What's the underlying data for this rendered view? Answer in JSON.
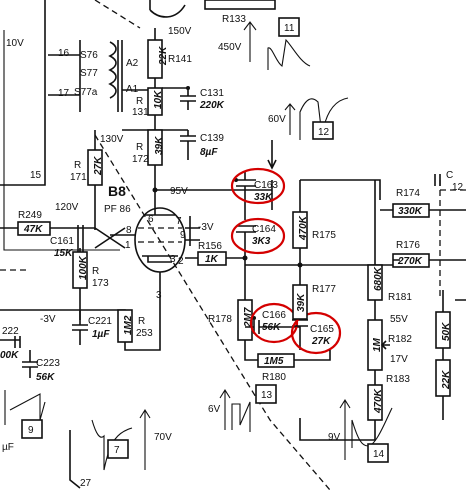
{
  "labels": {
    "r133": "R133",
    "v150": "150V",
    "v450": "450V",
    "box11": "11",
    "box12": "12",
    "box13": "13",
    "box14": "14",
    "box7": "7",
    "box9": "9",
    "v10": "10V",
    "p16": "16",
    "p17": "17",
    "p15": "15",
    "s76": "S76",
    "s77": "S77",
    "s77a": "S77a",
    "a2": "A2",
    "a1": "A1",
    "r141": "R141",
    "r141v": "22K",
    "c131": "C131",
    "c131v": "220K",
    "r131": "R",
    "r131n": "131",
    "r131v": "10K",
    "v130": "130V",
    "r172": "R",
    "r172n": "172",
    "r172v": "39K",
    "c139": "C139",
    "c139v": "8µF",
    "v60": "60V",
    "r171": "R",
    "r171n": "171",
    "r171v": "27K",
    "tube": "B8",
    "tube_type": "PF 86",
    "v95": "95V",
    "v120": "120V",
    "r249": "R249",
    "r249v": "47K",
    "c161": "C161",
    "c161v": "15K",
    "r173": "R",
    "r173n": "173",
    "r173v": "100K",
    "c163": "C163",
    "c163v": "33K",
    "c164": "C164",
    "c164v": "3K3",
    "r156": "R156",
    "r156v": "1K",
    "vm3a": "-3V",
    "vm3b": "-3V",
    "c221": "C221",
    "c221v": "1µF",
    "r253": "R",
    "r253n": "253",
    "r253v": "1M2",
    "c222": "222",
    "k00": "00K",
    "c223": "C223",
    "c223v": "56K",
    "r178": "R178",
    "r178v": "2M7",
    "c166": "C166",
    "c166v": "56K",
    "c165": "C165",
    "c165v": "27K",
    "r177": "R177",
    "r177v": "39K",
    "r175": "R175",
    "r175v": "470K",
    "r174": "R174",
    "r174v": "330K",
    "r176": "R176",
    "r176v": "270K",
    "r181": "R181",
    "r181v": "680K",
    "v55": "55V",
    "r182": "R182",
    "r182v": "1M",
    "v17": "17V",
    "r183": "R183",
    "r183v": "470K",
    "r180": "R180",
    "r180v": "1M5",
    "r50k": "50K",
    "r22k": "22K",
    "c12": "C",
    "n12": "12",
    "v6": "6V",
    "v9": "9V",
    "v70": "70V",
    "p27": "27",
    "muf": "µF",
    "pin1": "1",
    "pin3": "3",
    "pin6": "6",
    "pin7": "7",
    "pin8": "8",
    "pin9": "9",
    "pin2": "2",
    "pin3b": "3"
  },
  "colors": {
    "ink": "#111111",
    "highlight": "#d40000"
  }
}
